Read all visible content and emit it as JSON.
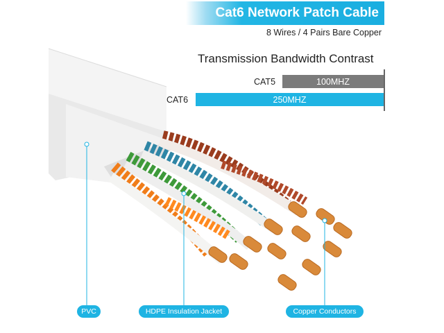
{
  "header": {
    "title": "Cat6 Network Patch Cable",
    "subtitle": "8 Wires / 4 Pairs Bare Copper"
  },
  "bandwidth": {
    "title": "Transmission Bandwidth Contrast",
    "rows": [
      {
        "label": "CAT5",
        "value_text": "100MHZ",
        "value": 100,
        "color": "#7b7b7b"
      },
      {
        "label": "CAT6",
        "value_text": "250MHZ",
        "value": 250,
        "color": "#1fb4e3"
      }
    ]
  },
  "callouts": {
    "pvc": "PVC",
    "hdpe": "HDPE Insulation Jacket",
    "copper": "Copper Conductors"
  },
  "colors": {
    "accent": "#1fb4e3",
    "orange_wire": "#f07d1a",
    "green_wire": "#3e9a3a",
    "blue_wire": "#2f86a6",
    "brown_wire": "#9a3c1e",
    "copper": "#d98a3a"
  }
}
